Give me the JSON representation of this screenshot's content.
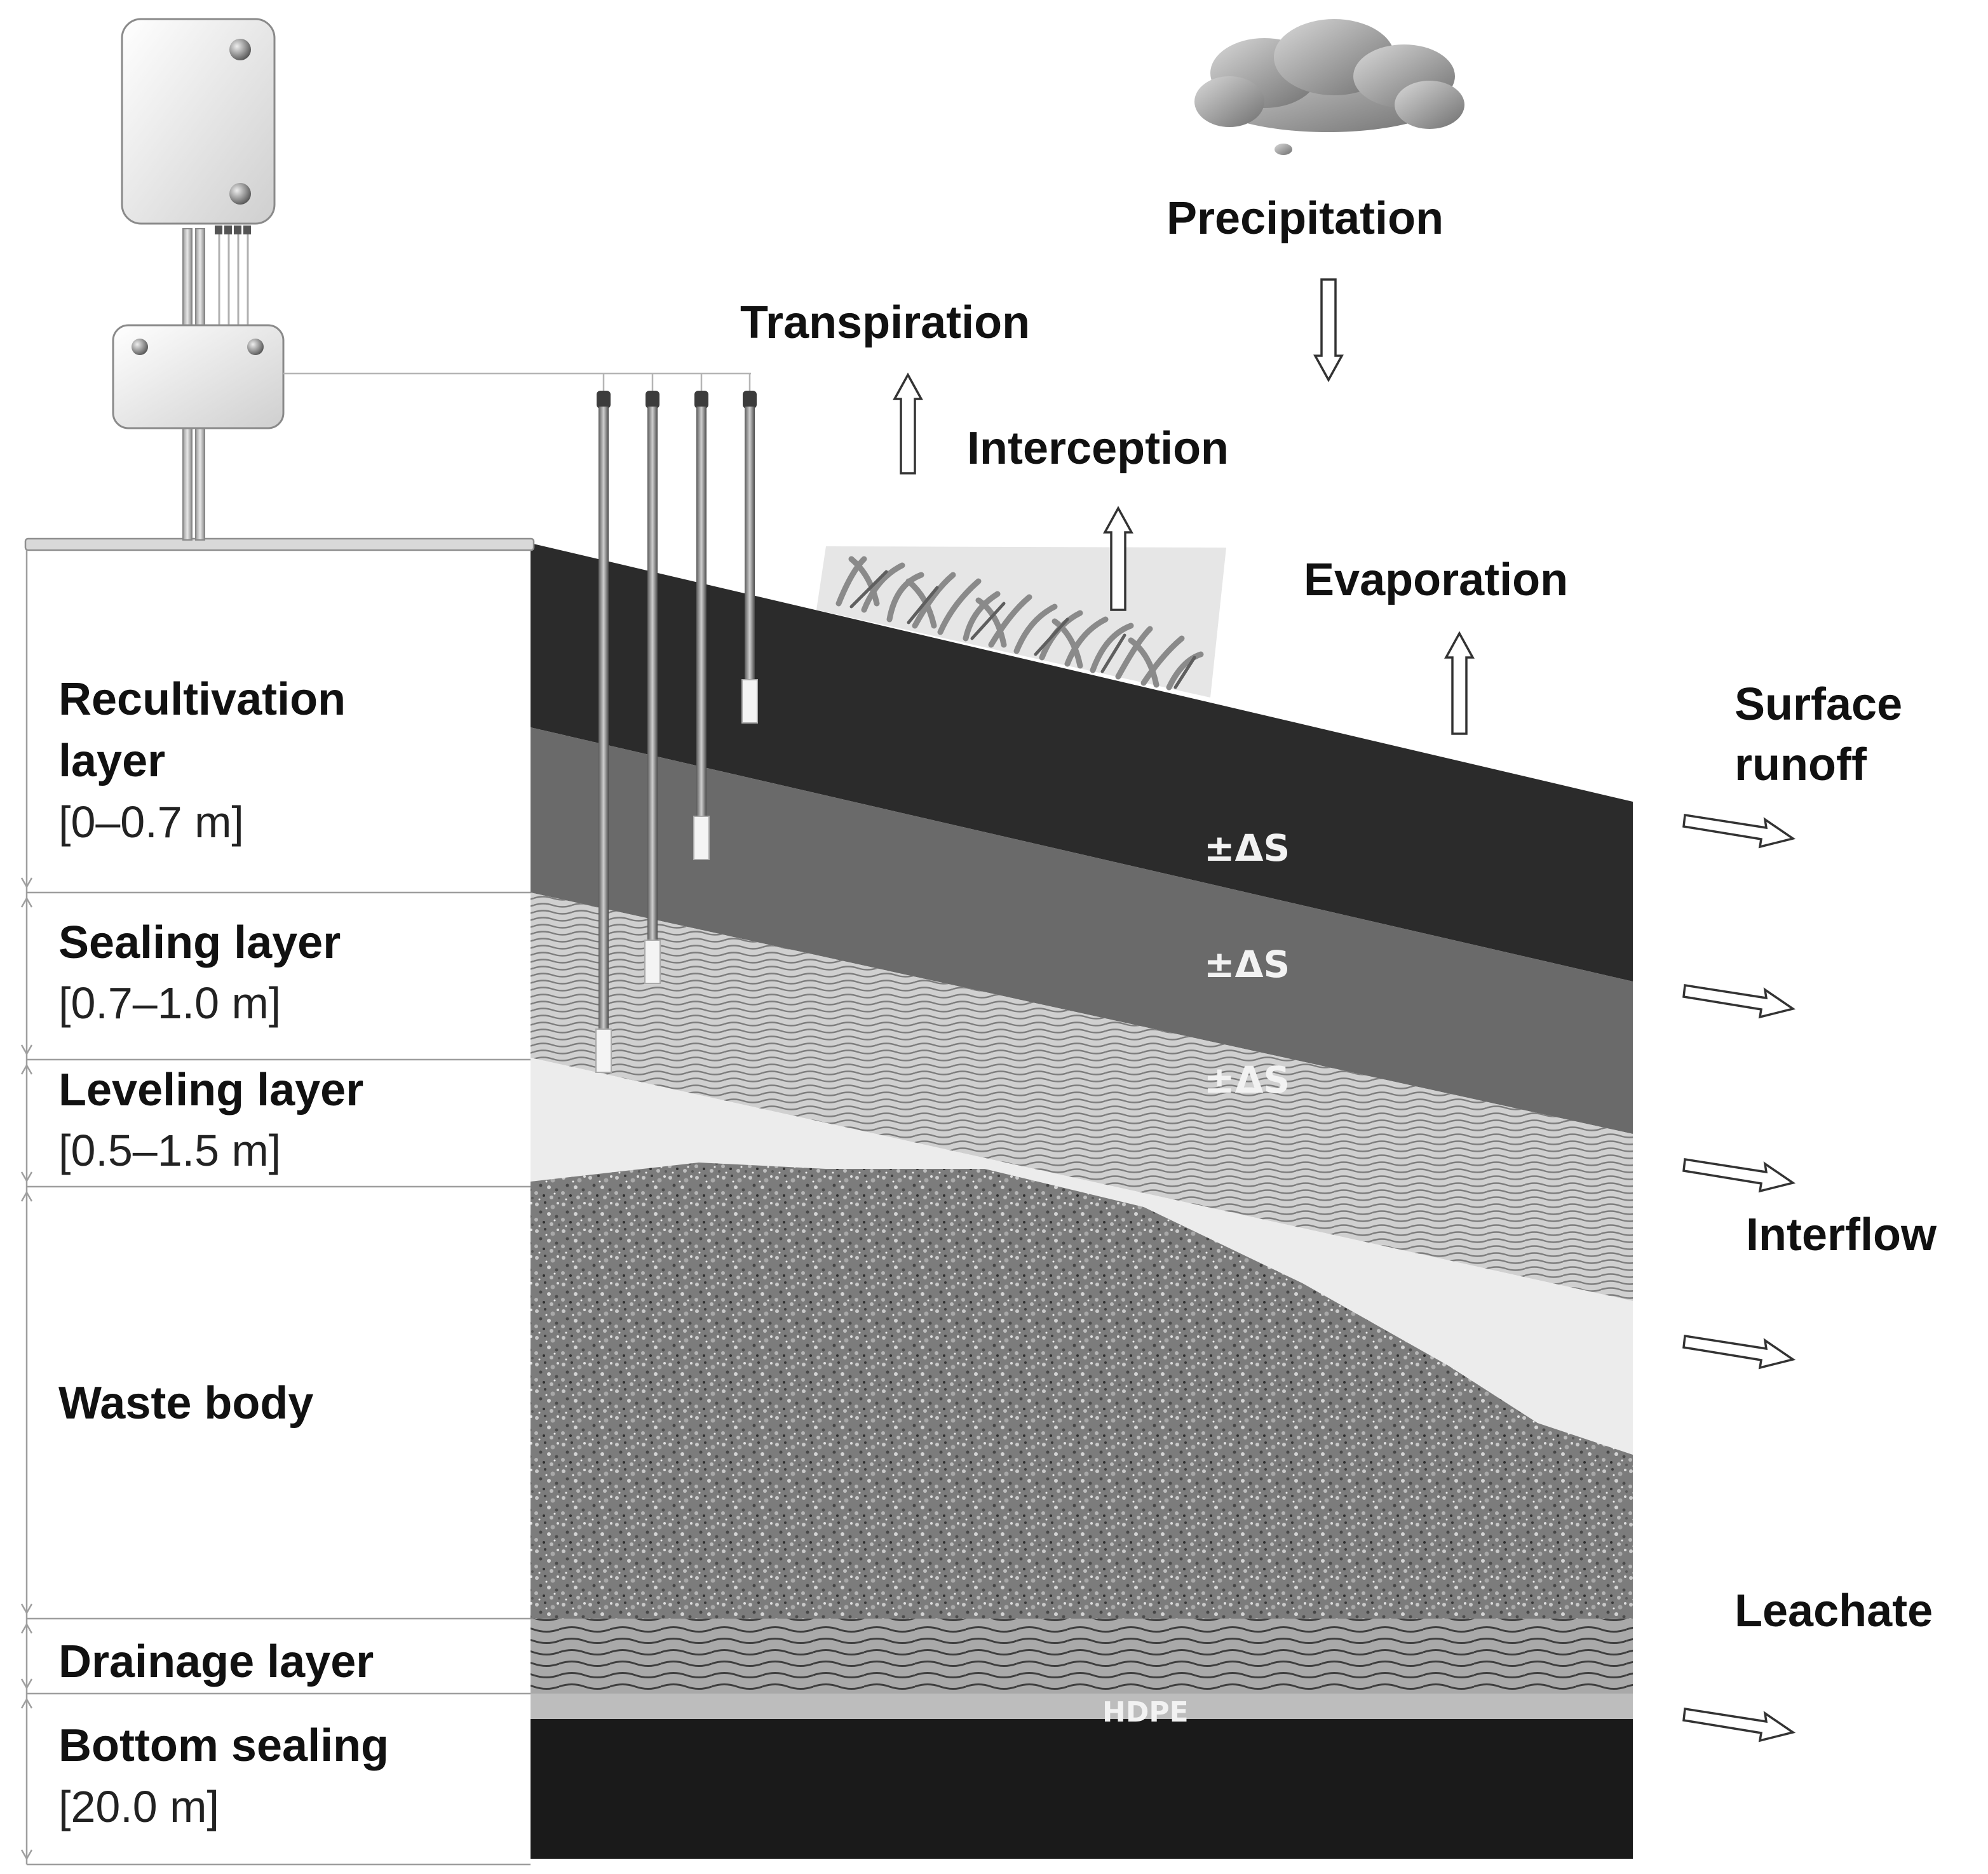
{
  "layers": [
    {
      "name": "Recultivation",
      "line2": "layer",
      "range": "[0–0.7 m]"
    },
    {
      "name": "Sealing layer",
      "range": "[0.7–1.0 m]"
    },
    {
      "name": "Leveling layer",
      "range": "[0.5–1.5 m]"
    },
    {
      "name": "Waste body"
    },
    {
      "name": "Drainage layer"
    },
    {
      "name": "Bottom sealing",
      "range": "[20.0 m]"
    }
  ],
  "processes": {
    "precipitation": "Precipitation",
    "transpiration": "Transpiration",
    "interception": "Interception",
    "evaporation": "Evaporation",
    "surface_runoff_1": "Surface",
    "surface_runoff_2": "runoff",
    "interflow": "Interflow",
    "leachate": "Leachate"
  },
  "storage_labels": [
    "±ΔS",
    "±ΔS",
    "±ΔS"
  ],
  "liner_label": "HDPE",
  "colors": {
    "recultivation": "#2b2b2b",
    "sealing": "#6a6a6a",
    "leveling_wavy": "#c4c4c4",
    "leveling_light": "#ececec",
    "waste": "#8a8a8a",
    "drainage": "#9c9c9c",
    "hdpe": "#bdbdbd",
    "bottom": "#1a1a1a"
  }
}
